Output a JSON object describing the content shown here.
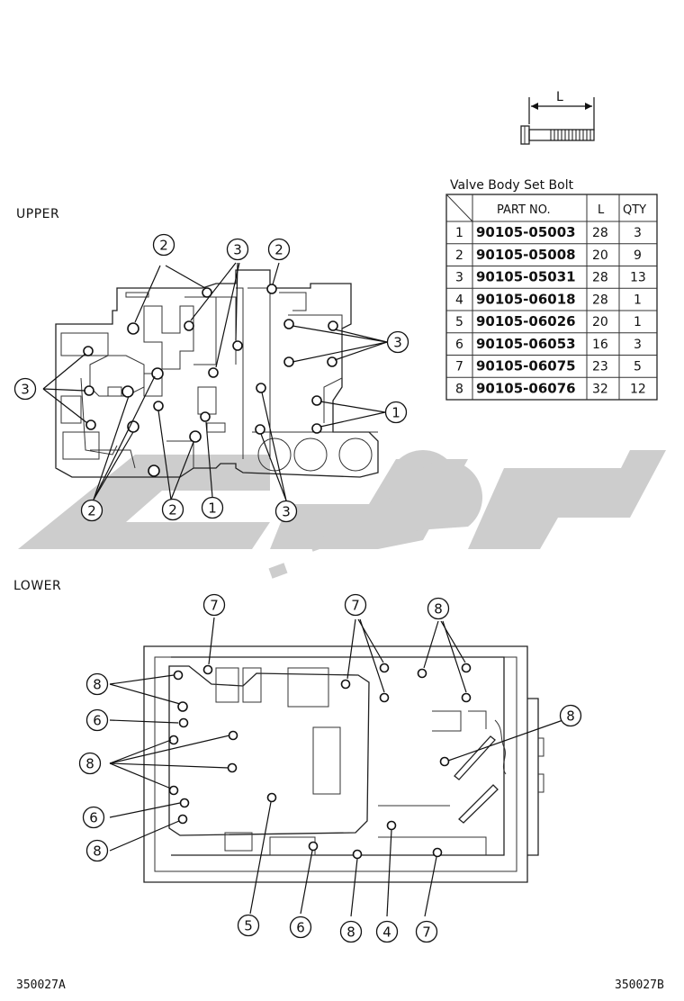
{
  "labels": {
    "upper": "UPPER",
    "lower": "LOWER",
    "code_left": "350027A",
    "code_right": "350027B",
    "dim_l": "L"
  },
  "table": {
    "title": "Valve Body Set Bolt",
    "headers": {
      "part_no": "PART NO.",
      "l": "L",
      "qty": "QTY"
    },
    "rows": [
      {
        "n": "1",
        "part": "90105-05003",
        "l": "28",
        "qty": "3"
      },
      {
        "n": "2",
        "part": "90105-05008",
        "l": "20",
        "qty": "9"
      },
      {
        "n": "3",
        "part": "90105-05031",
        "l": "28",
        "qty": "13"
      },
      {
        "n": "4",
        "part": "90105-06018",
        "l": "28",
        "qty": "1"
      },
      {
        "n": "5",
        "part": "90105-06026",
        "l": "20",
        "qty": "1"
      },
      {
        "n": "6",
        "part": "90105-06053",
        "l": "16",
        "qty": "3"
      },
      {
        "n": "7",
        "part": "90105-06075",
        "l": "23",
        "qty": "5"
      },
      {
        "n": "8",
        "part": "90105-06076",
        "l": "32",
        "qty": "12"
      }
    ]
  },
  "callouts": {
    "upper": [
      "2",
      "3",
      "2",
      "3",
      "3",
      "1",
      "2",
      "2",
      "1",
      "3"
    ],
    "lower": [
      "7",
      "7",
      "8",
      "8",
      "6",
      "8",
      "8",
      "6",
      "8",
      "5",
      "6",
      "8",
      "4",
      "7"
    ]
  },
  "colors": {
    "line": "#111111",
    "watermark": "#c8c8c8"
  }
}
